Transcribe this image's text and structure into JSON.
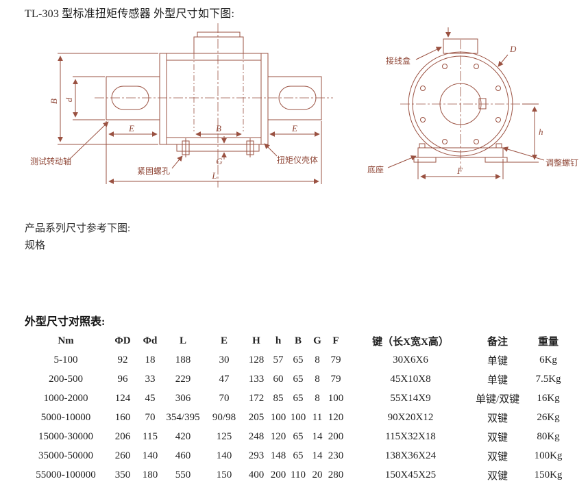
{
  "page": {
    "title": "TL-303 型标准扭矩传感器 外型尺寸如下图:",
    "series_note": "产品系列尺寸参考下图:",
    "spec_label": "规格",
    "table_title": "外型尺寸对照表:"
  },
  "drawing": {
    "colors": {
      "line": "#9a5141",
      "text": "#8f4636"
    },
    "left_view": {
      "dim_B_height": "B",
      "dim_d": "d",
      "dim_E_left": "E",
      "dim_B_width": "B",
      "dim_E_right": "E",
      "dim_G": "G",
      "dim_L": "L",
      "label_shaft": "测试转动轴",
      "label_screw_holes": "紧固螺孔",
      "label_housing": "扭矩仪壳体"
    },
    "right_view": {
      "label_junction_box": "接线盒",
      "dim_D": "D",
      "dim_h": "h",
      "dim_F": "F",
      "label_base": "底座",
      "label_adjust_screw": "调整螺钉"
    }
  },
  "table": {
    "headers": [
      "Nm",
      "ΦD",
      "Φd",
      "L",
      "E",
      "H",
      "h",
      "B",
      "G",
      "F",
      "键（长X宽X高）",
      "备注",
      "重量"
    ],
    "rows": [
      [
        "5-100",
        "92",
        "18",
        "188",
        "30",
        "128",
        "57",
        "65",
        "8",
        "79",
        "30X6X6",
        "单键",
        "6Kg"
      ],
      [
        "200-500",
        "96",
        "33",
        "229",
        "47",
        "133",
        "60",
        "65",
        "8",
        "79",
        "45X10X8",
        "单键",
        "7.5Kg"
      ],
      [
        "1000-2000",
        "124",
        "45",
        "306",
        "70",
        "172",
        "85",
        "65",
        "8",
        "100",
        "55X14X9",
        "单键/双键",
        "16Kg"
      ],
      [
        "5000-10000",
        "160",
        "70",
        "354/395",
        "90/98",
        "205",
        "100",
        "100",
        "11",
        "120",
        "90X20X12",
        "双键",
        "26Kg"
      ],
      [
        "15000-30000",
        "206",
        "115",
        "420",
        "125",
        "248",
        "120",
        "65",
        "14",
        "200",
        "115X32X18",
        "双键",
        "80Kg"
      ],
      [
        "35000-50000",
        "260",
        "140",
        "460",
        "140",
        "293",
        "148",
        "65",
        "14",
        "230",
        "138X36X24",
        "双键",
        "100Kg"
      ],
      [
        "55000-100000",
        "350",
        "180",
        "550",
        "150",
        "400",
        "200",
        "110",
        "20",
        "280",
        "150X45X25",
        "双键",
        "150Kg"
      ]
    ]
  }
}
